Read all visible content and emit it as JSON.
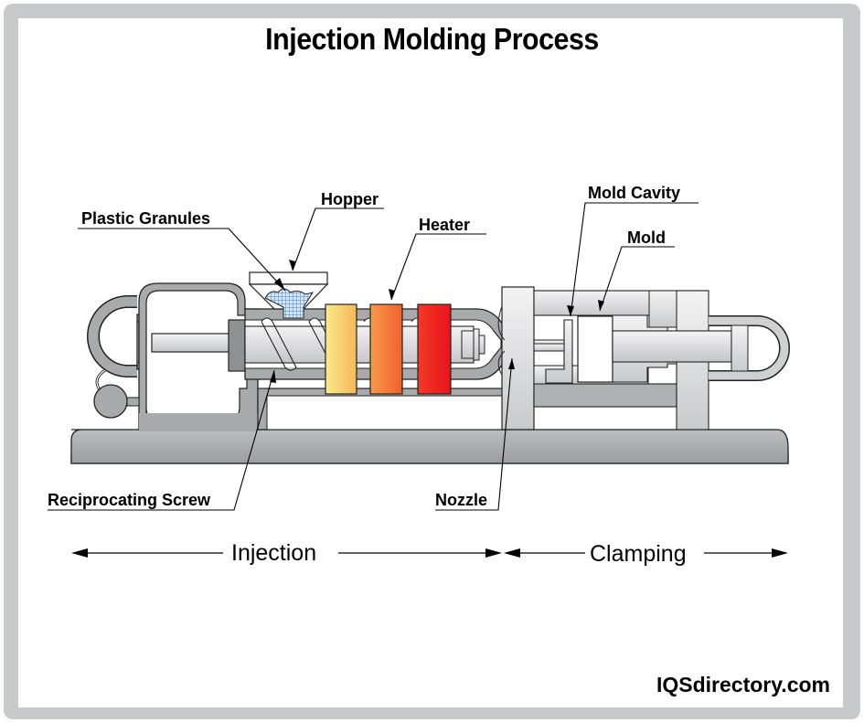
{
  "title": "Injection Molding Process",
  "labels": {
    "plastic_granules": "Plastic Granules",
    "hopper": "Hopper",
    "heater": "Heater",
    "mold_cavity": "Mold Cavity",
    "mold": "Mold",
    "reciprocating_screw": "Reciprocating Screw",
    "nozzle": "Nozzle"
  },
  "phases": {
    "injection": "Injection",
    "clamping": "Clamping"
  },
  "brand": "IQSdirectory.com",
  "colors": {
    "frame": "#c8c9cb",
    "machine_gray": "#a9aaac",
    "light_gray": "#e2e3e4",
    "heater_1": "#f7d877",
    "heater_2": "#f47a3c",
    "heater_3": "#ee2222",
    "granules": "#4a90d0"
  }
}
